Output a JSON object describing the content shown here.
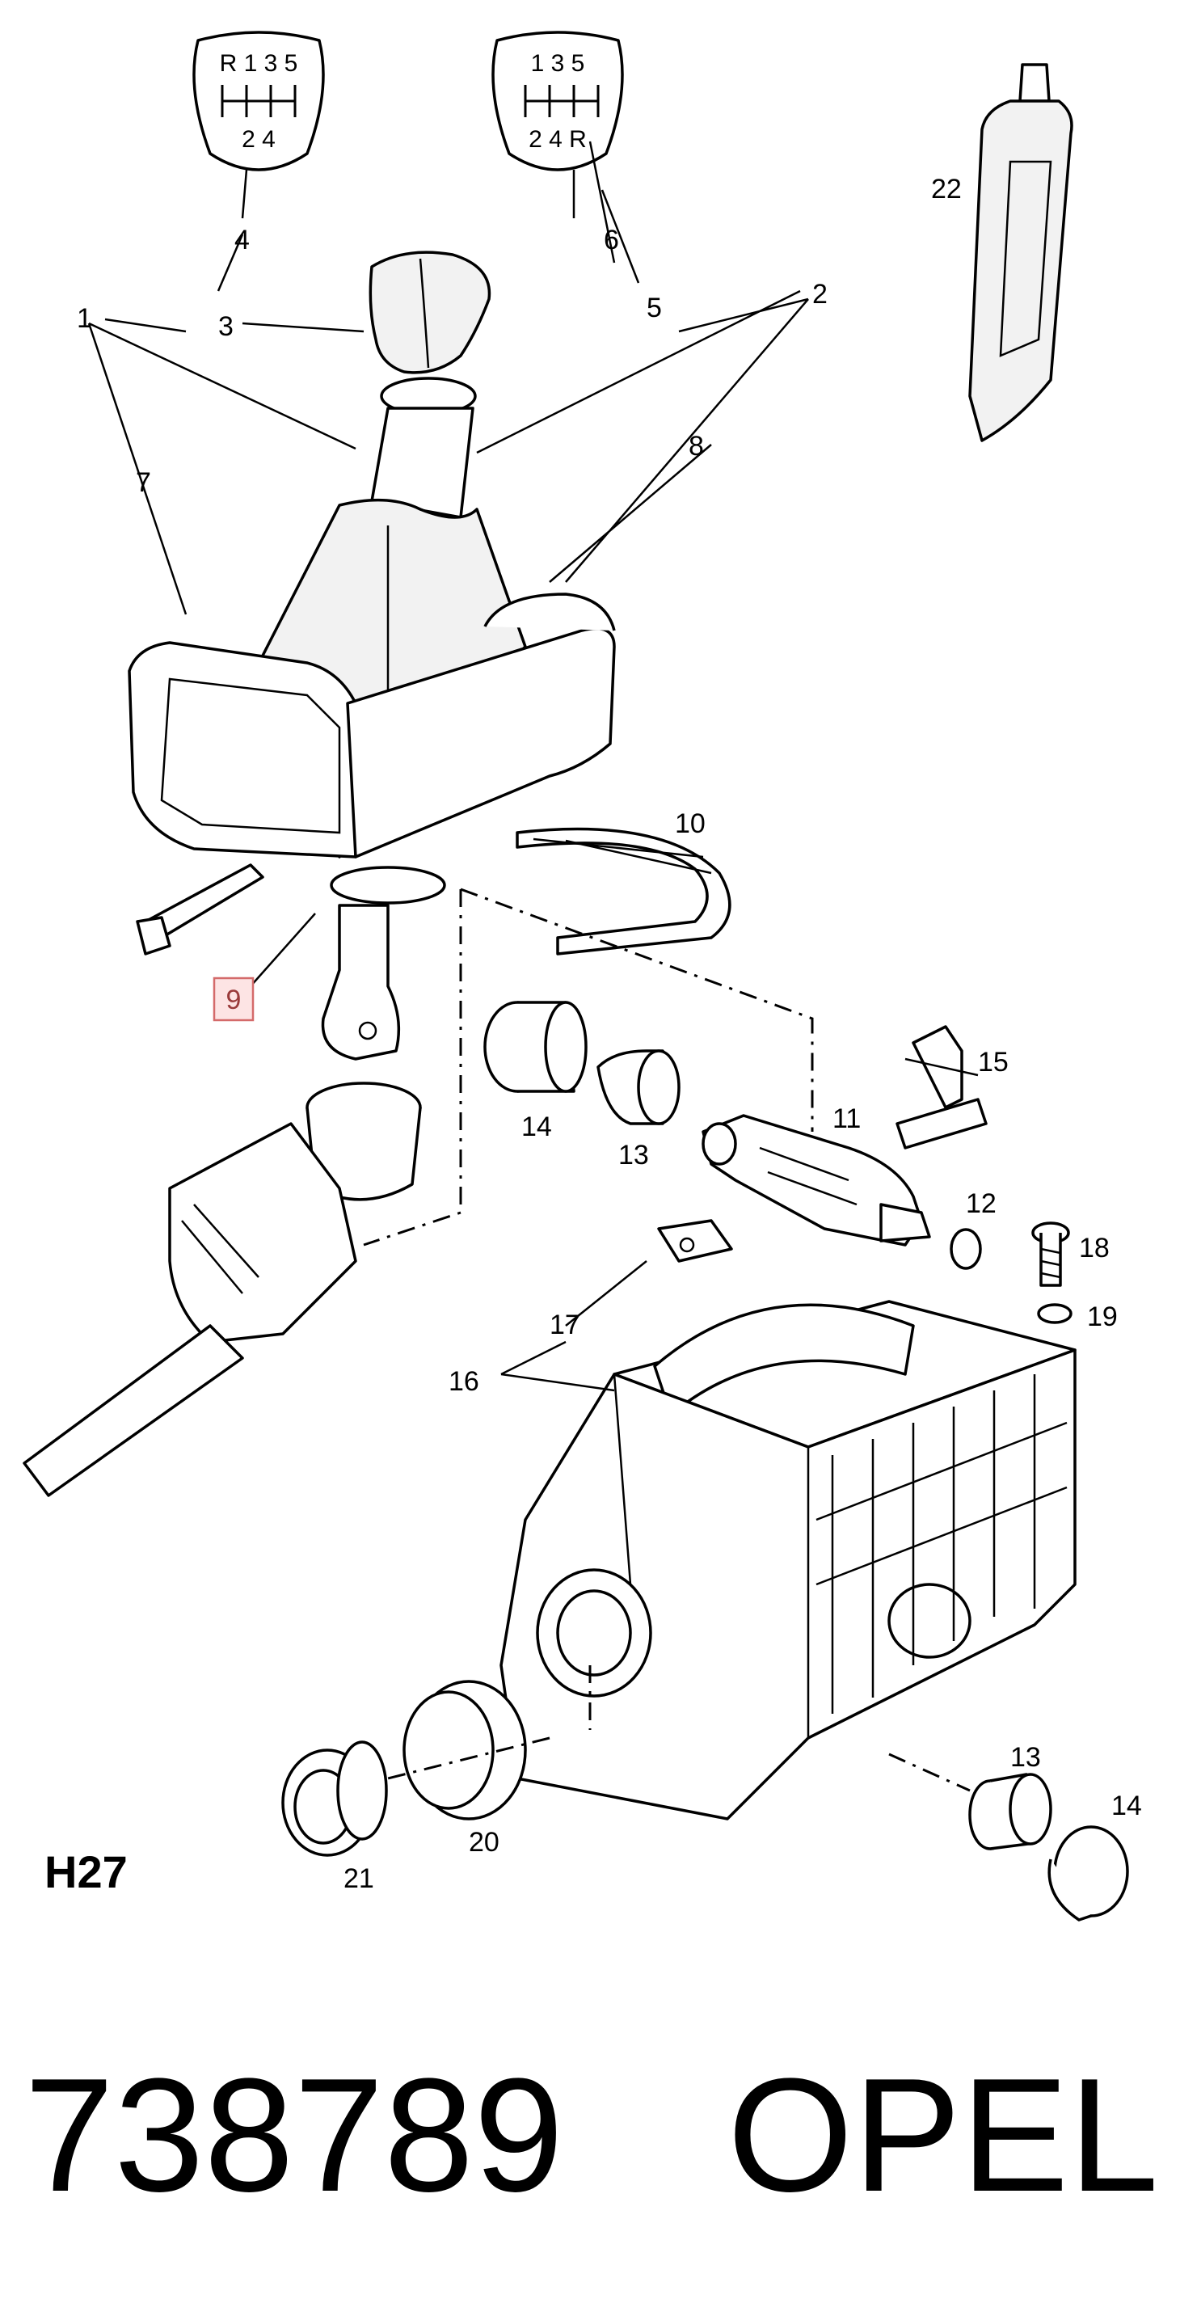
{
  "diagram": {
    "shift_patterns": {
      "left": {
        "top": "R 1 3 5",
        "bottom": "2 4"
      },
      "right": {
        "top": "1 3 5",
        "bottom": "2 4 R"
      }
    },
    "callouts": {
      "c1": "1",
      "c2": "2",
      "c3": "3",
      "c4": "4",
      "c5": "5",
      "c6": "6",
      "c7": "7",
      "c8": "8",
      "c9": "9",
      "c10": "10",
      "c11": "11",
      "c12": "12",
      "c13a": "13",
      "c13b": "13",
      "c14a": "14",
      "c14b": "14",
      "c15": "15",
      "c16": "16",
      "c17": "17",
      "c18": "18",
      "c19": "19",
      "c20": "20",
      "c21": "21",
      "c22": "22"
    },
    "highlighted_callout": "9",
    "section_code": "H27"
  },
  "footer": {
    "part_number": "738789",
    "brand": "OPEL"
  },
  "colors": {
    "highlight_fill": "#fde4e4",
    "highlight_border": "#d46a6a",
    "ink": "#000000"
  }
}
